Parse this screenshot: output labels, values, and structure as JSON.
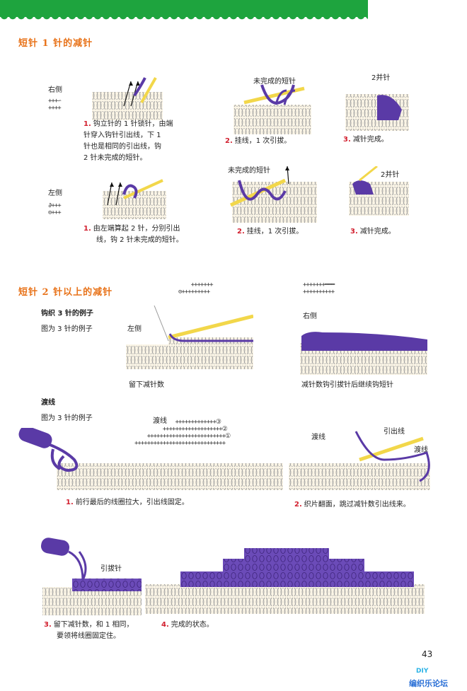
{
  "section1": {
    "title": "短针 1 针的减针",
    "right_side_label": "右侧",
    "left_side_label": "左侧",
    "step1_num": "1.",
    "step1_text_l1": "钩立针的 1 针锁针，由端",
    "step1_text_l2": "针穿入钩针引出线，下 1",
    "step1_text_l3": "针也是相同的引出线，钩",
    "step1_text_l4": "2 针未完成的短针。",
    "step2_num": "2.",
    "step2_text": "挂线，1 次引拔。",
    "step3_num": "3.",
    "step3_text": "减针完成。",
    "unfinished_label": "未完成的短针",
    "two_together_label": "2并针",
    "left_step1_num": "1.",
    "left_step1_l1": "由左端算起 2 针，分别引出",
    "left_step1_l2": "线，钩 2 针未完成的短针。",
    "left_step2_num": "2.",
    "left_step2_text": "挂线，1 次引拔。",
    "left_step3_num": "3.",
    "left_step3_text": "减针完成。",
    "left_unfinished_label": "未完成的短针",
    "left_two_together_label": "2并针"
  },
  "section2": {
    "title": "短针 2 针以上的减针",
    "example_title": "钩织 3 针的例子",
    "example_sub": "图为 3 针的例子",
    "left_label": "左侧",
    "right_label": "右侧",
    "caption_left": "留下减针数",
    "caption_right": "减针数钩引拔针后继续钩短针",
    "crossing_title": "渡线",
    "crossing_sub": "图为 3 针的例子",
    "crossing_label": "渡线",
    "crossing_label2": "渡线",
    "pull_label": "引出线",
    "cross_label_fig": "渡线",
    "slip_label": "引拔针",
    "step1_num": "1.",
    "step1_text": "前行最后的线圈拉大，引出线固定。",
    "step2_num": "2.",
    "step2_text": "织片翻面，跳过减针数引出线来。",
    "step3_num": "3.",
    "step3_l1": "留下减针数，和 1 相同，",
    "step3_l2": "要领将线圈固定住。",
    "step4_num": "4.",
    "step4_text": "完成的状态。",
    "circle1": "①",
    "circle2": "②",
    "circle3": "③"
  },
  "page_number": "43",
  "logo": {
    "top": "DIY",
    "bottom": "编织乐论坛"
  },
  "colors": {
    "accent_orange": "#e8731a",
    "green_bar": "#1ea43e",
    "step_red": "#d2202f",
    "yarn_purple": "#5a3aa6",
    "hook_yellow": "#f2d74a"
  }
}
